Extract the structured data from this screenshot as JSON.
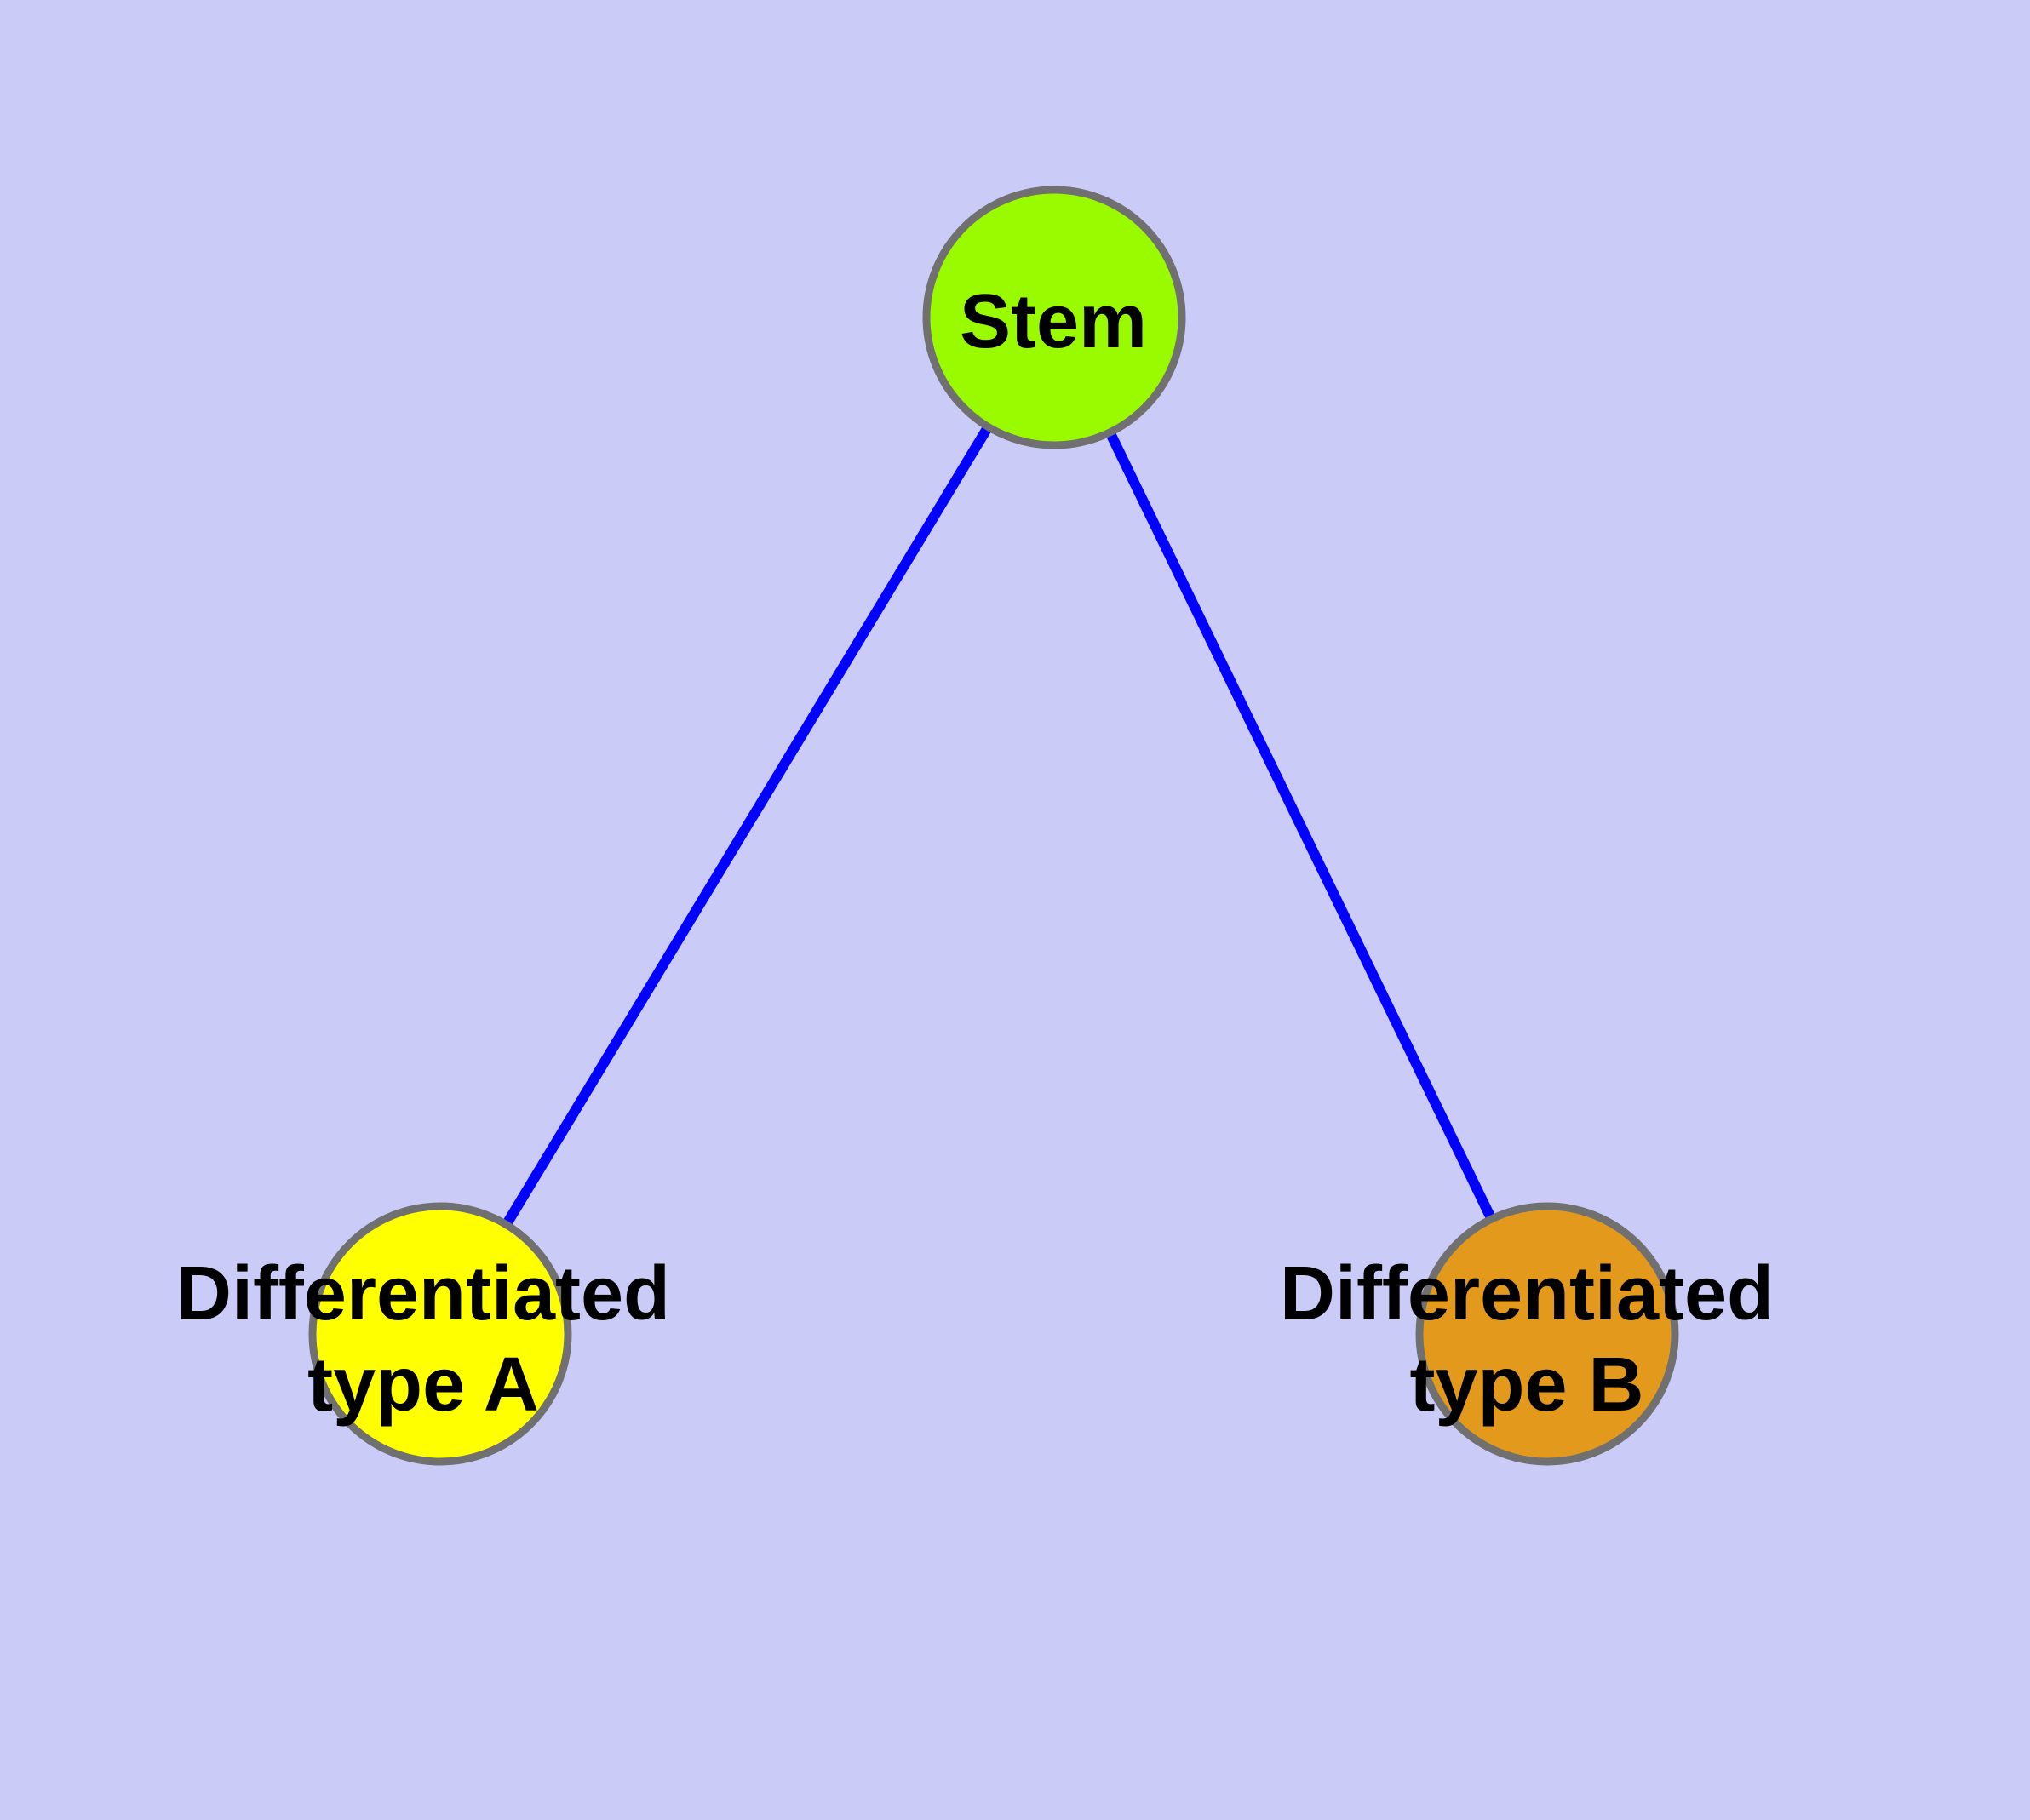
{
  "diagram": {
    "background_color": "#cbcbf8",
    "node_border_color": "#707070",
    "edge_color": "#0202fe",
    "text_color": "#000000",
    "nodes": [
      {
        "id": "stem",
        "label": "Stem",
        "fill": "#9afb00"
      },
      {
        "id": "differentiated-type-a",
        "label": "Differentiated type A",
        "label_line1": "Differentiated",
        "label_line2": "type A",
        "fill": "#ffff00"
      },
      {
        "id": "differentiated-type-b",
        "label": "Differentiated type B",
        "label_line1": "Differentiated",
        "label_line2": "type B",
        "fill": "#e2991c"
      }
    ],
    "edges": [
      {
        "from": "Stem",
        "to": "Differentiated type A"
      },
      {
        "from": "Stem",
        "to": "Differentiated type B"
      }
    ]
  }
}
